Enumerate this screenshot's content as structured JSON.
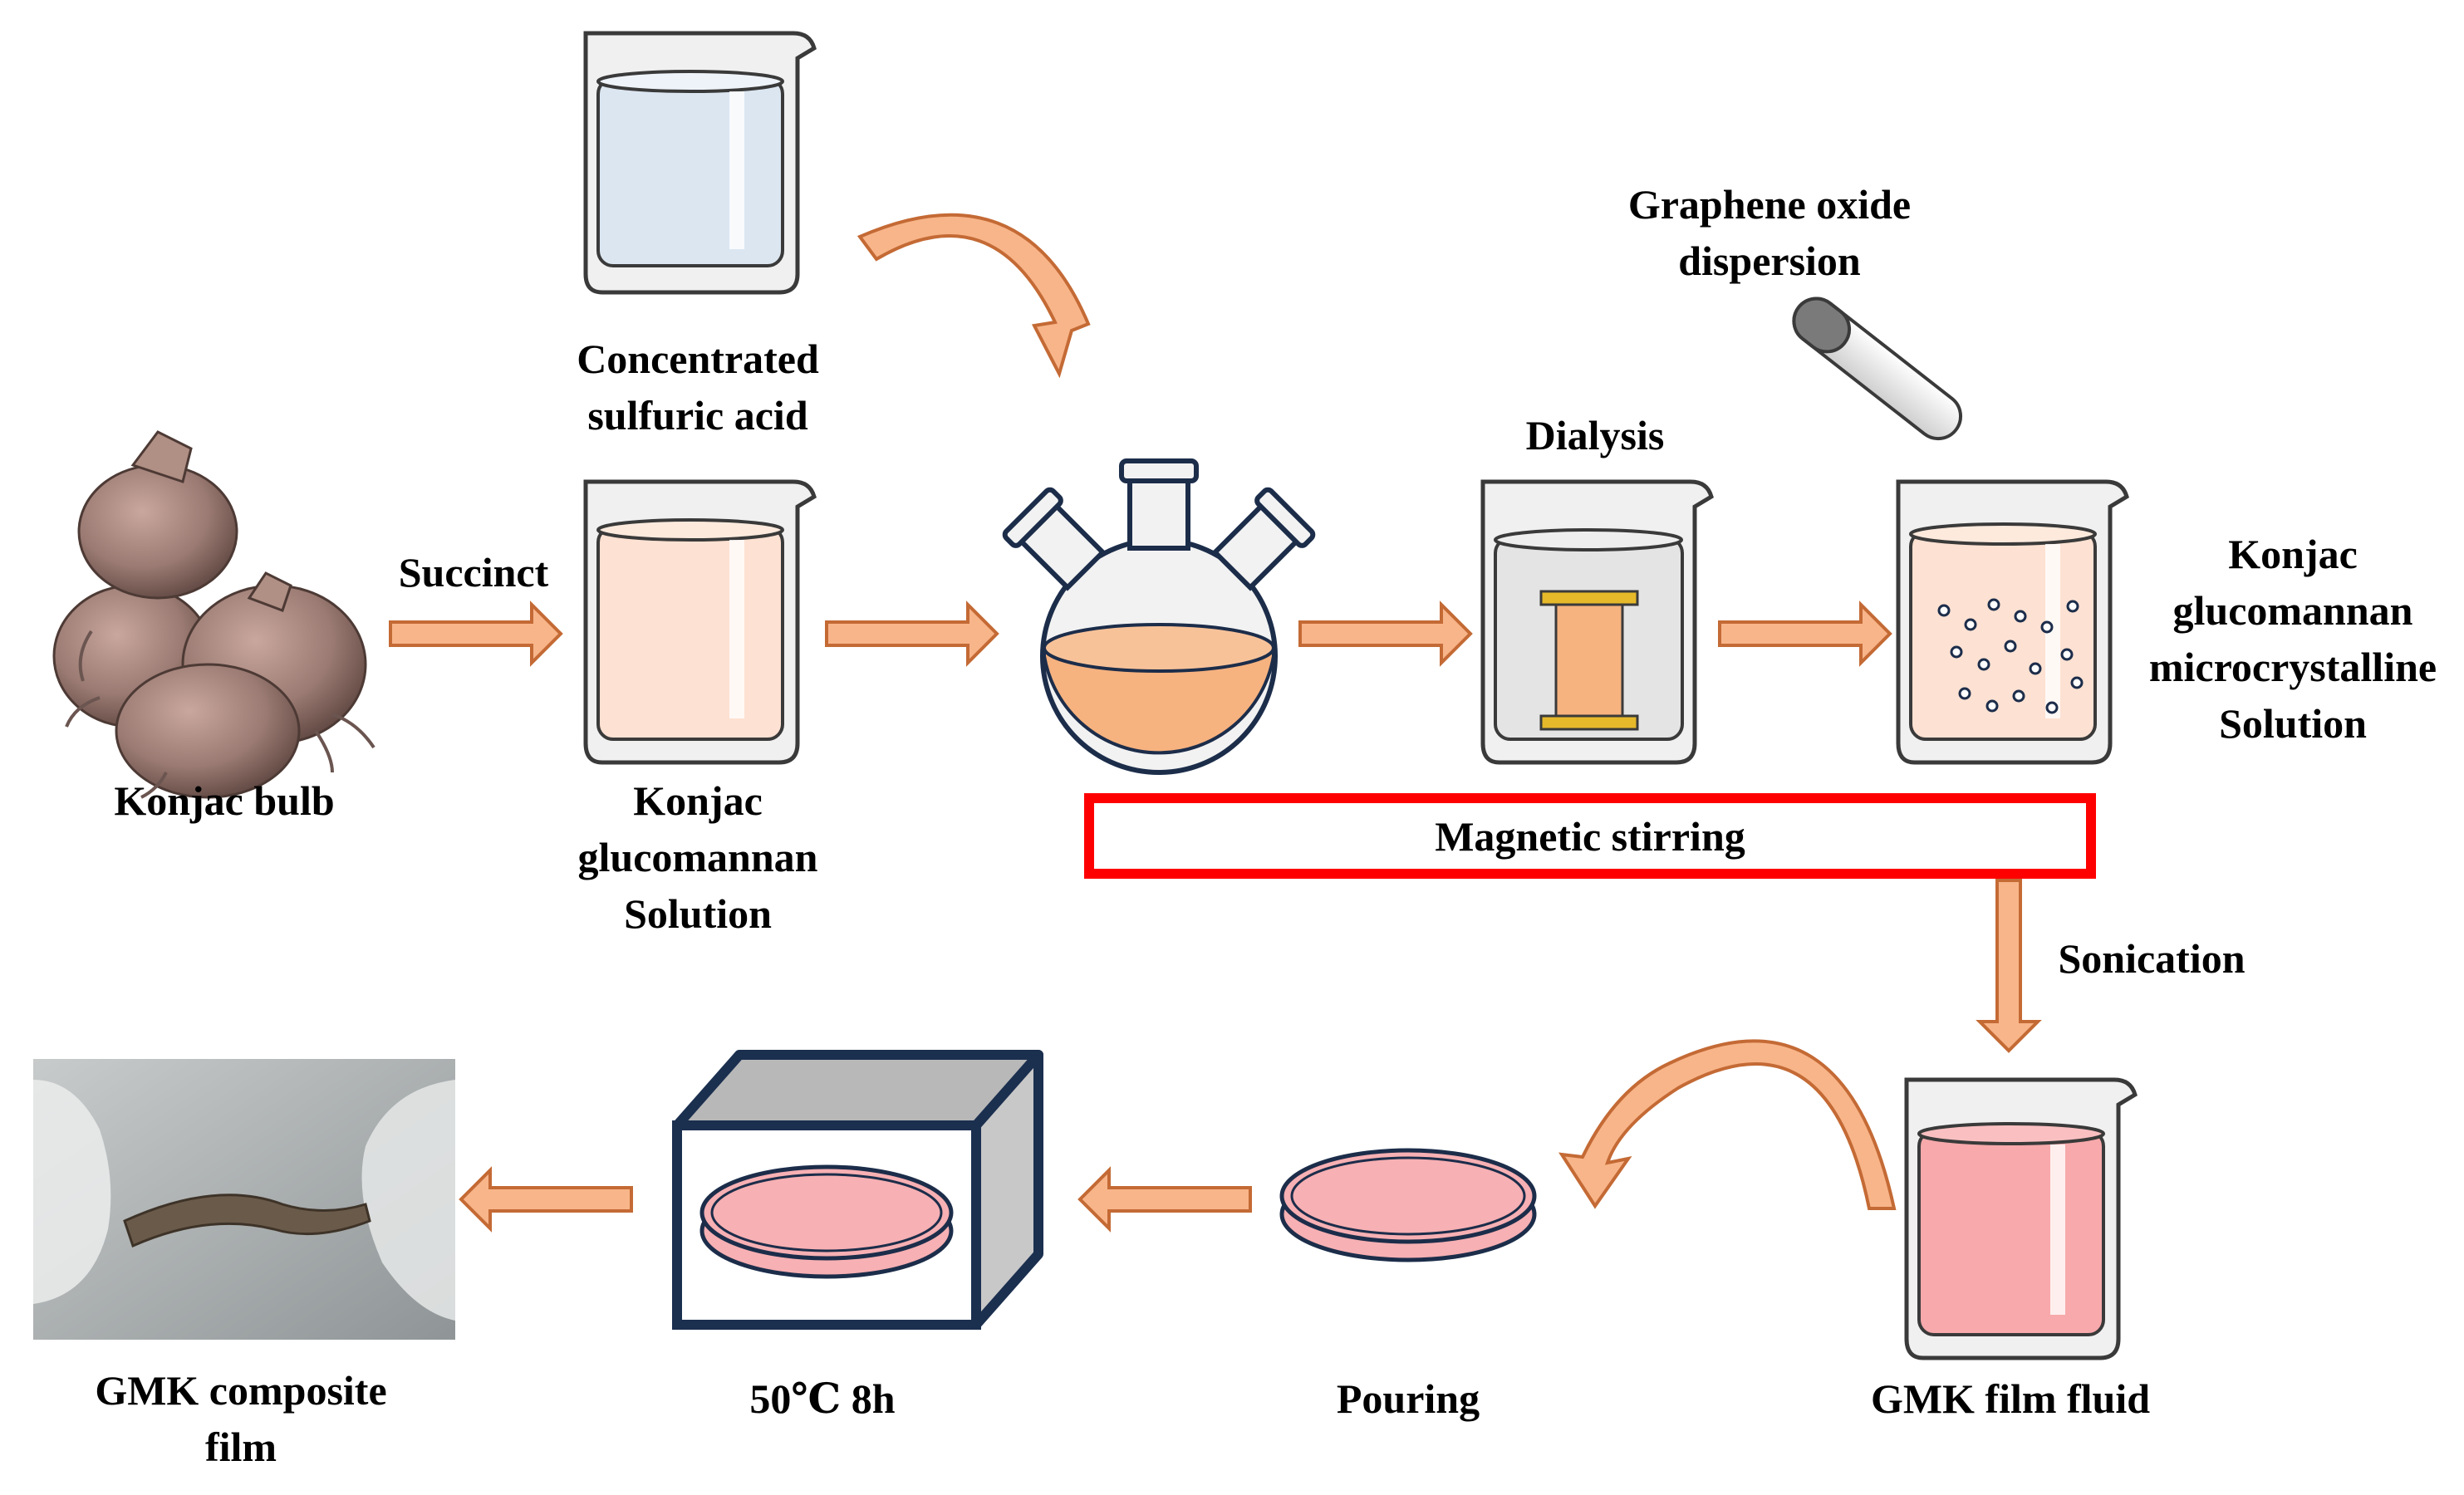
{
  "labels": {
    "konjac_bulb": "Konjac bulb",
    "succinct": "Succinct",
    "conc_acid_1": "Concentrated",
    "conc_acid_2": "sulfuric acid",
    "kgm_solution_1": "Konjac",
    "kgm_solution_2": "glucomannan",
    "kgm_solution_3": "Solution",
    "dialysis": "Dialysis",
    "go_1": "Graphene oxide",
    "go_2": "dispersion",
    "kgm_micro_1": "Konjac",
    "kgm_micro_2": "glucomannan",
    "kgm_micro_3": "microcrystalline",
    "kgm_micro_4": "Solution",
    "magnetic_stirring": "Magnetic stirring",
    "sonication": "Sonication",
    "gmk_fluid": "GMK film fluid",
    "pouring": "Pouring",
    "drying": "50℃   8h",
    "gmk_film_1": "GMK composite",
    "gmk_film_2": "film"
  },
  "colors": {
    "arrow_fill": "#f8b58a",
    "arrow_stroke": "#c46a35",
    "acid_liquid": "#dbe6f1",
    "kgm_liquid": "#fde1d2",
    "flask_liquid": "#f6b27f",
    "gmk_liquid": "#f7a9ab",
    "petri_fill": "#f7b0b3",
    "box_border": "#ff0000",
    "oven_frame": "#1b2f4f"
  }
}
